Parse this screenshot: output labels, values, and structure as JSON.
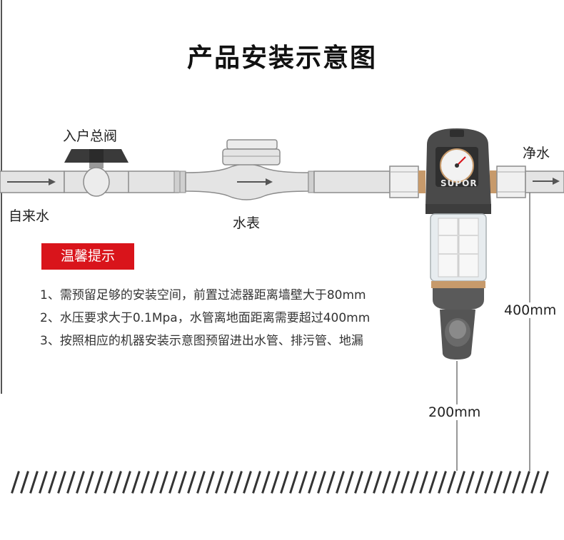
{
  "title": "产品安装示意图",
  "labels": {
    "main_valve": "入户总阀",
    "tap_water": "自来水",
    "water_meter": "水表",
    "clean_water": "净水",
    "dim_400": "400mm",
    "dim_200": "200mm",
    "brand": "SUPOR"
  },
  "tips": {
    "heading": "温馨提示",
    "items": [
      "1、需预留足够的安装空间，前置过滤器距离墙壁大于80mm",
      "2、水压要求大于0.1Mpa，水管离地面距离需要超过400mm",
      "3、按照相应的机器安装示意图预留进出水管、排污管、地漏"
    ]
  },
  "colors": {
    "tip_badge": "#d9141b",
    "pipe_fill": "#e4e4e4",
    "filter_body": "#4a4a4a",
    "accent_gold": "#c79a6b"
  }
}
